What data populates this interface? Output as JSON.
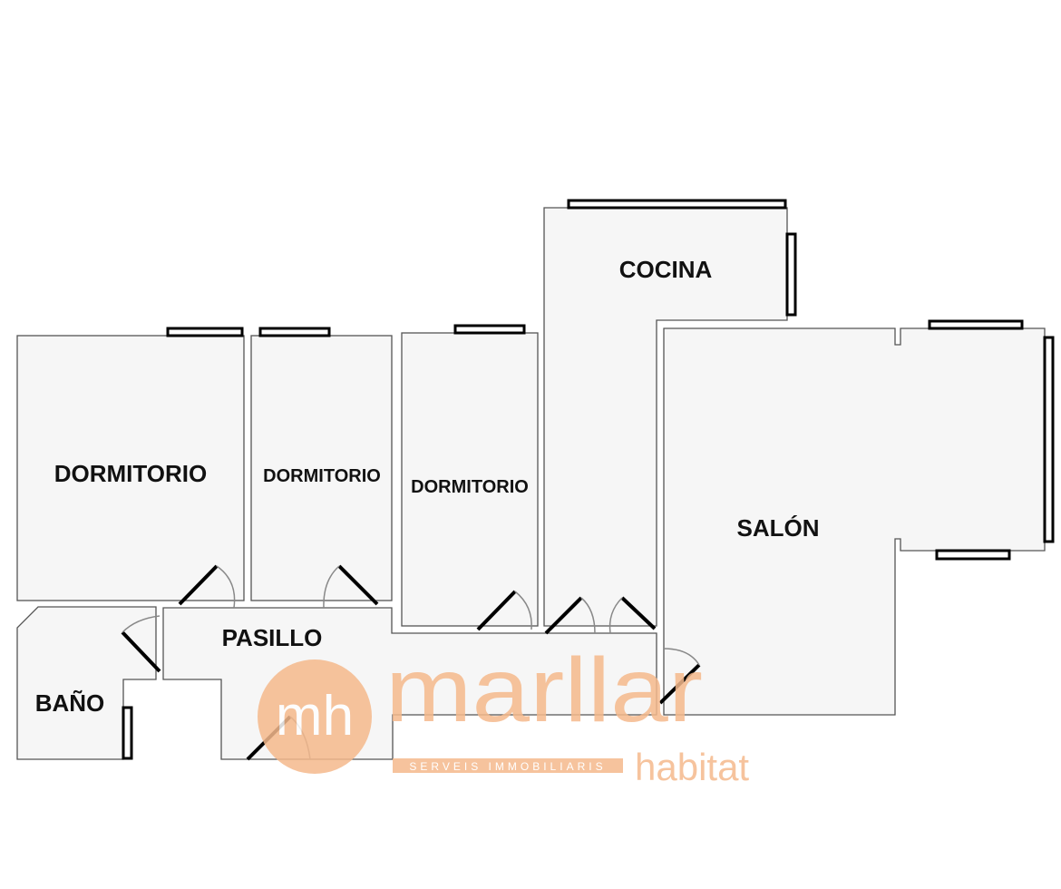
{
  "rooms": {
    "dormitorio1": "DORMITORIO",
    "dormitorio2": "DORMITORIO",
    "dormitorio3": "DORMITORIO",
    "cocina": "COCINA",
    "salon": "SALÓN",
    "pasillo": "PASILLO",
    "bano": "BAÑO"
  },
  "watermark": {
    "monogram": "mh",
    "brand": "marllar",
    "sub": "habitat",
    "tagline": "SERVEIS IMMOBILIARIS",
    "color": "#f5b98c"
  }
}
